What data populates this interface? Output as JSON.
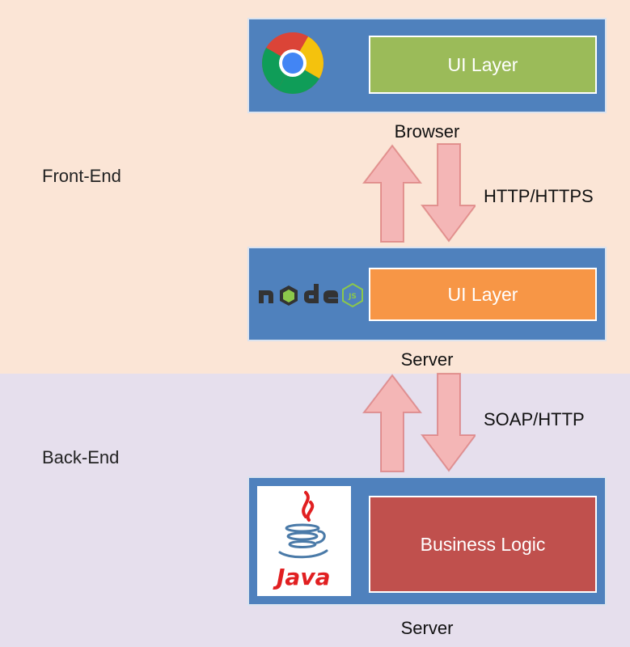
{
  "zones": {
    "front_label": "Front-End",
    "back_label": "Back-End"
  },
  "tiers": [
    {
      "layer_label": "UI Layer",
      "caption": "Browser",
      "logo": "chrome-logo"
    },
    {
      "layer_label": "UI Layer",
      "caption": "Server",
      "logo": "nodejs-logo",
      "logo_text": "node",
      "logo_badge": "JS"
    },
    {
      "layer_label": "Business Logic",
      "caption": "Server",
      "logo": "java-logo",
      "logo_text": "Java"
    }
  ],
  "connections": [
    {
      "label": "HTTP/HTTPS"
    },
    {
      "label": "SOAP/HTTP"
    }
  ],
  "colors": {
    "front_bg": "#fbe5d6",
    "back_bg": "#e6dfed",
    "tier_bg": "#4f81bd",
    "ui_layer_browser": "#9bbb59",
    "ui_layer_node": "#f79646",
    "business_logic": "#c0504d",
    "arrow_fill": "#f4b6b6",
    "arrow_stroke": "#d46a6a"
  }
}
